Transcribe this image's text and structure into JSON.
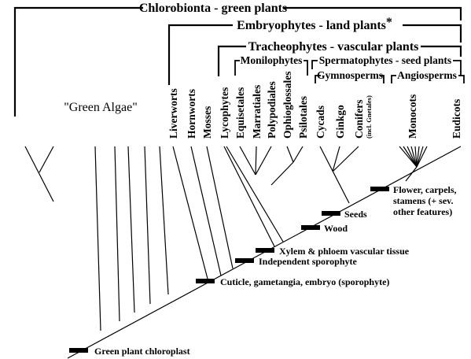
{
  "groups": {
    "chlorobionta": "Chlorobionta - green plants",
    "embryophytes": "Embryophytes - land plants",
    "embryophytes_mark": "*",
    "tracheophytes": "Tracheophytes - vascular plants",
    "monilophytes": "Monilophytes",
    "spermatophytes": "Spermatophytes - seed plants",
    "gymnosperms": "Gymnosperms",
    "angiosperms": "Angiosperms"
  },
  "taxa": {
    "green_algae": "\"Green Algae\"",
    "liverworts": "Liverworts",
    "hornworts": "Hornworts",
    "mosses": "Mosses",
    "lycophytes": "Lycophytes",
    "equisetales": "Equisetales",
    "marratiales": "Marratiales",
    "polypodiales": "Polypodiales",
    "ophioglossales": "Ophioglossales",
    "psilotales": "Psilotales",
    "cycads": "Cycads",
    "ginkgo": "Ginkgo",
    "conifers": "Conifers",
    "conifers_note": "(incl. Gnetales)",
    "monocots": "Monocots",
    "eudicots": "Eudicots"
  },
  "traits": {
    "chloroplast": "Green plant chloroplast",
    "cuticle": "Cuticle, gametangia, embryo (sporophyte)",
    "sporophyte": "Independent sporophyte",
    "xylem": "Xylem & phloem vascular tissue",
    "wood": "Wood",
    "seeds": "Seeds",
    "flower_line1": "Flower, carpels,",
    "flower_line2": "stamens (+ sev.",
    "flower_line3": "other features)"
  }
}
